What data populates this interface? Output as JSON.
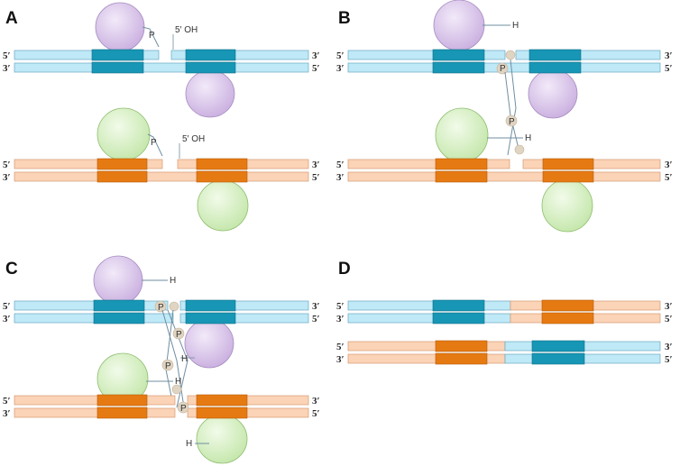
{
  "panels": [
    {
      "letter": "A"
    },
    {
      "letter": "B"
    },
    {
      "letter": "C"
    },
    {
      "letter": "D"
    }
  ],
  "labels": {
    "five_prime": "5′",
    "three_prime": "3′",
    "phosphate": "P",
    "hydrogen": "H",
    "hydroxyl": "5′ OH"
  },
  "colors": {
    "blue_strand": "#bfe9f7",
    "blue_stroke": "#6aa9c2",
    "blue_site": "#1796b5",
    "orange_strand": "#fbd3b6",
    "orange_stroke": "#d49a72",
    "orange_site": "#e67a12",
    "purple_enzyme": "#d9c5ea",
    "green_enzyme": "#d8f0c7",
    "bond_line": "#6f8ea1",
    "bead": "#e0d4c2"
  }
}
